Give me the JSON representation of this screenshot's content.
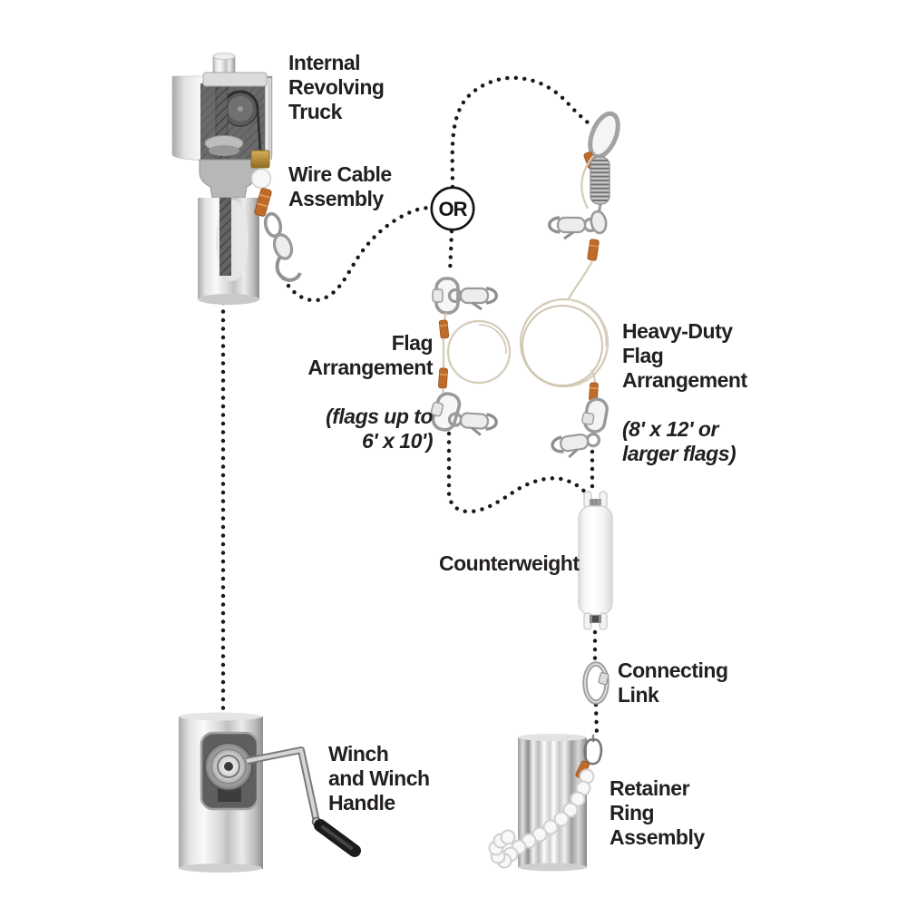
{
  "diagram": {
    "labels": {
      "internal_revolving_truck": "Internal\nRevolving\nTruck",
      "wire_cable_assembly": "Wire Cable\nAssembly",
      "or_connector": "OR",
      "flag_arrangement_title": "Flag\nArrangement",
      "flag_arrangement_note": "(flags up to\n6' x 10')",
      "heavy_duty_title": "Heavy-Duty\nFlag\nArrangement",
      "heavy_duty_note": "(8' x 12' or\nlarger flags)",
      "counterweight": "Counterweight",
      "connecting_link": "Connecting\nLink",
      "retainer_ring_assembly": "Retainer\nRing\nAssembly",
      "winch": "Winch\nand Winch\nHandle"
    },
    "colors": {
      "label_text": "#231f20",
      "dotted_connector": "#1a1a1a",
      "cable": "#d5ccba",
      "copper_crimp": "#bf6b2a",
      "metal_highlight": "#f5f5f5",
      "metal_shadow": "#8f8f8f",
      "counterweight_body": "#fcfcfc",
      "winch_grip": "#1b1b1b",
      "background": "#ffffff"
    },
    "components": [
      {
        "id": "internal-revolving-truck",
        "label_key": "internal_revolving_truck"
      },
      {
        "id": "wire-cable-assembly",
        "label_key": "wire_cable_assembly"
      },
      {
        "id": "or-connector",
        "label_key": "or_connector"
      },
      {
        "id": "flag-arrangement",
        "label_key": "flag_arrangement_title"
      },
      {
        "id": "heavy-duty-flag-arrangement",
        "label_key": "heavy_duty_title"
      },
      {
        "id": "counterweight",
        "label_key": "counterweight"
      },
      {
        "id": "connecting-link",
        "label_key": "connecting_link"
      },
      {
        "id": "retainer-ring-assembly",
        "label_key": "retainer_ring_assembly"
      },
      {
        "id": "winch-and-winch-handle",
        "label_key": "winch"
      }
    ]
  }
}
